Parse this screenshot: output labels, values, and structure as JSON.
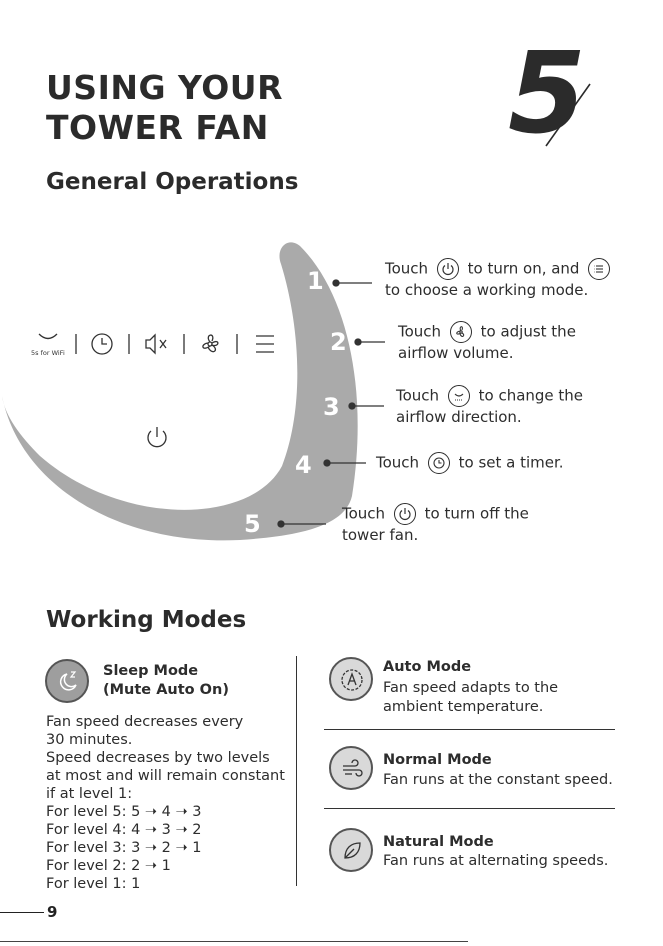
{
  "header": {
    "title_line1": "USING YOUR",
    "title_line2": "TOWER FAN",
    "chapter_number": "5"
  },
  "general": {
    "heading": "General Operations",
    "panel": {
      "wifi_label": "5s for WiFi"
    },
    "steps": [
      {
        "num": "1",
        "line1_before": "Touch",
        "line1_middle": "to turn on, and",
        "line2": "to choose a working mode."
      },
      {
        "num": "2",
        "line1_before": "Touch",
        "line1_after": "to adjust the",
        "line2": "airflow volume."
      },
      {
        "num": "3",
        "line1_before": "Touch",
        "line1_after": "to change the",
        "line2": "airflow direction."
      },
      {
        "num": "4",
        "line1_before": "Touch",
        "line1_after": "to set a timer."
      },
      {
        "num": "5",
        "line1_before": "Touch",
        "line1_after": "to turn off the",
        "line2": "tower fan."
      }
    ]
  },
  "modes": {
    "heading": "Working Modes",
    "sleep": {
      "title_line1": "Sleep Mode",
      "title_line2": "(Mute Auto On)",
      "lines": [
        "Fan speed decreases every",
        "30 minutes.",
        "Speed decreases by two levels",
        "at most and will remain constant",
        "if at level 1:",
        "For level 5: 5 ➝ 4 ➝ 3",
        "For level 4: 4 ➝ 3 ➝ 2",
        "For level 3: 3 ➝ 2 ➝ 1",
        "For level 2: 2 ➝ 1",
        "For level 1: 1"
      ]
    },
    "auto": {
      "title": "Auto Mode",
      "desc_line1": "Fan speed adapts to the",
      "desc_line2": "ambient temperature."
    },
    "normal": {
      "title": "Normal Mode",
      "desc": "Fan runs at the constant speed."
    },
    "natural": {
      "title": "Natural Mode",
      "desc": "Fan runs at alternating speeds."
    }
  },
  "footer": {
    "page_number": "9"
  }
}
